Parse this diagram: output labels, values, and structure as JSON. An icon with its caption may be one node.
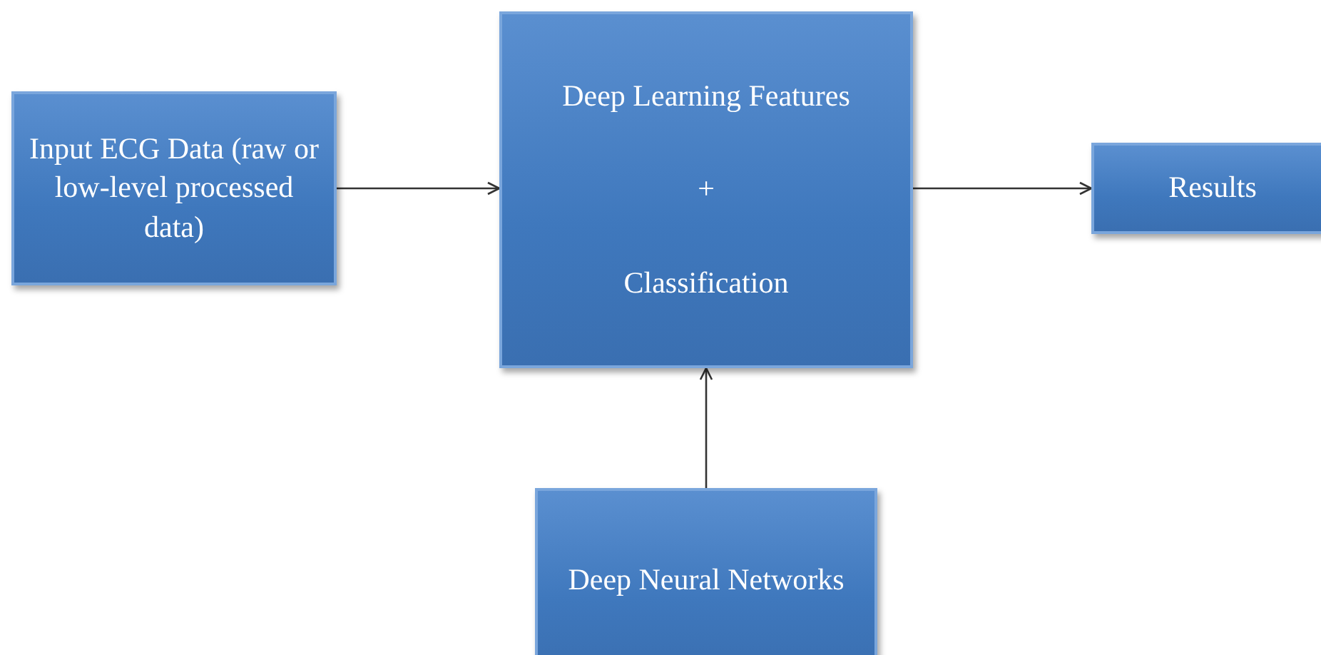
{
  "diagram": {
    "nodes": [
      {
        "text": [
          "Input ECG Data (raw or low-level processed data)"
        ]
      },
      {
        "text": [
          "Deep Learning Features",
          "+",
          "Classification"
        ]
      },
      {
        "text": [
          "Results"
        ]
      },
      {
        "text": [
          "Deep Neural Networks"
        ]
      }
    ],
    "edges": [
      {
        "from": 0,
        "to": 1,
        "arrow": "to"
      },
      {
        "from": 1,
        "to": 2,
        "arrow": "to"
      },
      {
        "from": 3,
        "to": 1,
        "arrow": "to"
      }
    ]
  }
}
